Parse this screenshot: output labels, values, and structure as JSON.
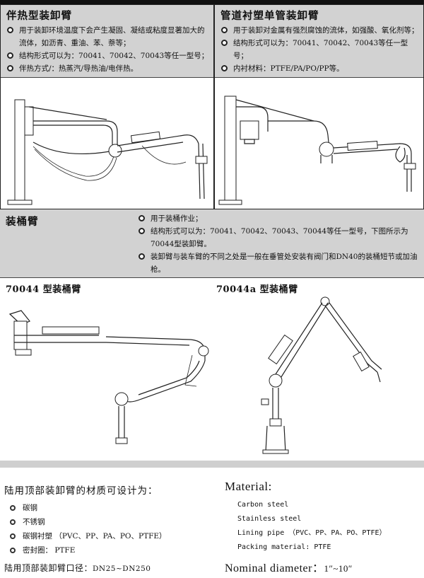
{
  "heating_arm": {
    "title": "伴热型装卸臂",
    "bullets": [
      "用于装卸环境温度下会产生凝固、凝结或粘度显著加大的流体，如沥青、重油、苯、萘等；",
      "结构形式可以为：70041、70042、70043等任一型号；",
      "伴热方式/：热蒸汽/导热油/电伴热。"
    ]
  },
  "lined_arm": {
    "title": "管道衬塑单管装卸臂",
    "bullets": [
      "用于装卸对金属有强烈腐蚀的流体，如强酸、氧化剂等；",
      "结构形式可以为：70041、70042、70043等任一型号；",
      "内衬材料：PTFE/PA/PO/PP等。"
    ]
  },
  "bucket_arm": {
    "title": "装桶臂",
    "bullets": [
      "用于装桶作业；",
      "结构形式可以为：70041、70042、70043、70044等任一型号，下图所示为70044型装卸臂。",
      "装卸臂与装车臂的不同之处是一般在垂管处安装有阀门和DN40的装桶短节或加油枪。"
    ],
    "caption_left": "70044 型装桶臂",
    "caption_right": "70044a 型装桶臂"
  },
  "material_cn": {
    "title": "陆用顶部装卸臂的材质可设计为：",
    "items": [
      "碳钢",
      "不锈钢",
      "碳钢衬塑 （PVC、PP、PA、PO、PTFE）",
      "密封圈： PTFE"
    ]
  },
  "material_en": {
    "title": "Material:",
    "items": [
      "Carbon steel",
      "Stainless steel",
      "Lining pipe （PVC、PP、PA、PO、PTFE）",
      "Packing material: PTFE"
    ]
  },
  "diameter_cn": {
    "label": "陆用顶部装卸臂口径：",
    "value": "DN25~DN250"
  },
  "diameter_en": {
    "label": "Nominal diameter：",
    "value": "1″~10″"
  }
}
